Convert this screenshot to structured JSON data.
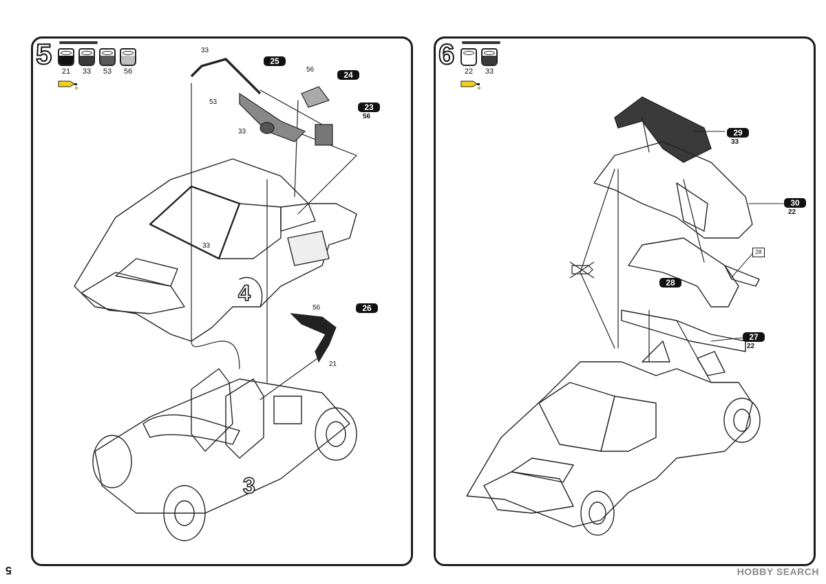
{
  "page_number": "5",
  "watermark": "HOBBY SEARCH",
  "colors": {
    "black": "#111111",
    "gray": "#7a7a7a",
    "dark_gray": "#4a4a4a",
    "light_gray": "#cfcfcf",
    "glue_yellow": "#f2d11c"
  },
  "step5": {
    "number": "5",
    "paints": [
      {
        "code": "21",
        "color": "#111111"
      },
      {
        "code": "33",
        "color": "#3a3a3a"
      },
      {
        "code": "53",
        "color": "#5a5a5a"
      },
      {
        "code": "56",
        "color": "#bdbdbd"
      }
    ],
    "parts": [
      {
        "tag": "25",
        "sub": ""
      },
      {
        "tag": "24",
        "sub": ""
      },
      {
        "tag": "23",
        "sub": "56"
      },
      {
        "tag": "26",
        "sub": ""
      }
    ],
    "labels": [
      "33",
      "53",
      "56",
      "33",
      "33",
      "56",
      "21"
    ],
    "sub_assemblies": [
      "4",
      "3"
    ]
  },
  "step6": {
    "number": "6",
    "paints": [
      {
        "code": "22",
        "color": "#ffffff"
      },
      {
        "code": "33",
        "color": "#3a3a3a"
      }
    ],
    "parts": [
      {
        "tag": "29",
        "sub": "33"
      },
      {
        "tag": "30",
        "sub": "22"
      },
      {
        "tag": "28",
        "sub": ""
      },
      {
        "tag": "27",
        "sub": "22"
      }
    ],
    "ref_box": "28"
  }
}
